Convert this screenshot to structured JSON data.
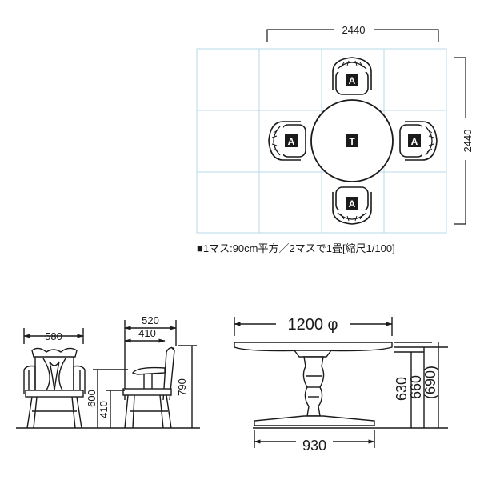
{
  "plan": {
    "width_label": "2440",
    "height_label": "2440",
    "table_marker": "T",
    "chair_marker": "A",
    "caption": "■1マス:90cm平方／2マスで1畳[縮尺1/100]"
  },
  "chair_front": {
    "width_label": "580"
  },
  "chair_side": {
    "depth_label": "520",
    "inner_label": "410",
    "height_label": "790",
    "arm_label": "600",
    "seat_label": "410"
  },
  "table_elevation": {
    "diameter_label": "1200 φ",
    "base_label": "930",
    "height_1": "630",
    "height_2": "660",
    "height_3": "(690)"
  },
  "colors": {
    "grid": "#b8d8e8",
    "line": "#1a1a1a"
  }
}
